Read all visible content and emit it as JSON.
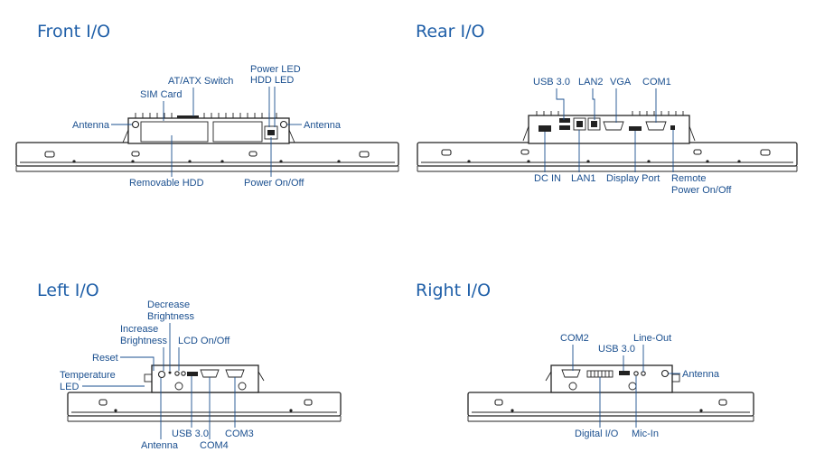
{
  "sections": {
    "front": {
      "title": "Front I/O",
      "labels": {
        "power_led": "Power LED",
        "hdd_led": "HDD LED",
        "at_atx_switch": "AT/ATX Switch",
        "sim_card": "SIM Card",
        "antenna_left": "Antenna",
        "antenna_right": "Antenna",
        "removable_hdd": "Removable HDD",
        "power_onoff": "Power On/Off"
      }
    },
    "rear": {
      "title": "Rear I/O",
      "labels": {
        "usb30": "USB 3.0",
        "lan2": "LAN2",
        "vga": "VGA",
        "com1": "COM1",
        "dc_in": "DC IN",
        "lan1": "LAN1",
        "display_port": "Display Port",
        "remote_power_1": "Remote",
        "remote_power_2": "Power On/Off"
      }
    },
    "left": {
      "title": "Left I/O",
      "labels": {
        "decrease_1": "Decrease",
        "decrease_2": "Brightness",
        "increase_1": "Increase",
        "increase_2": "Brightness",
        "lcd_onoff": "LCD On/Off",
        "reset": "Reset",
        "temp_1": "Temperature",
        "temp_2": "LED",
        "usb30": "USB 3.0",
        "com4": "COM4",
        "com3": "COM3",
        "antenna": "Antenna"
      }
    },
    "right": {
      "title": "Right I/O",
      "labels": {
        "com2": "COM2",
        "line_out": "Line-Out",
        "usb30": "USB 3.0",
        "antenna": "Antenna",
        "digital_io": "Digital I/O",
        "mic_in": "Mic-In"
      }
    }
  }
}
